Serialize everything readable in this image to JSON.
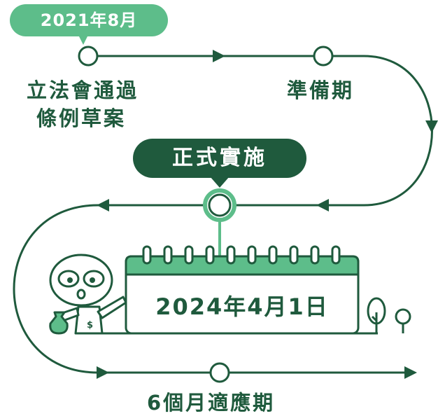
{
  "start_date": "2021年8月",
  "steps": {
    "bill_passed_line1": "立法會通過",
    "bill_passed_line2": "條例草案",
    "preparation": "準備期",
    "implementation": "正式實施",
    "effective_date": "2024年4月1日",
    "adaptation": "6個月適應期"
  },
  "colors": {
    "dark_green": "#1f5a3d",
    "light_green": "#5dbd8a",
    "white": "#ffffff"
  },
  "icons": [
    "money-bag-icon",
    "alien-mascot-icon",
    "tree-icon",
    "calendar-icon",
    "arrow-icon"
  ]
}
